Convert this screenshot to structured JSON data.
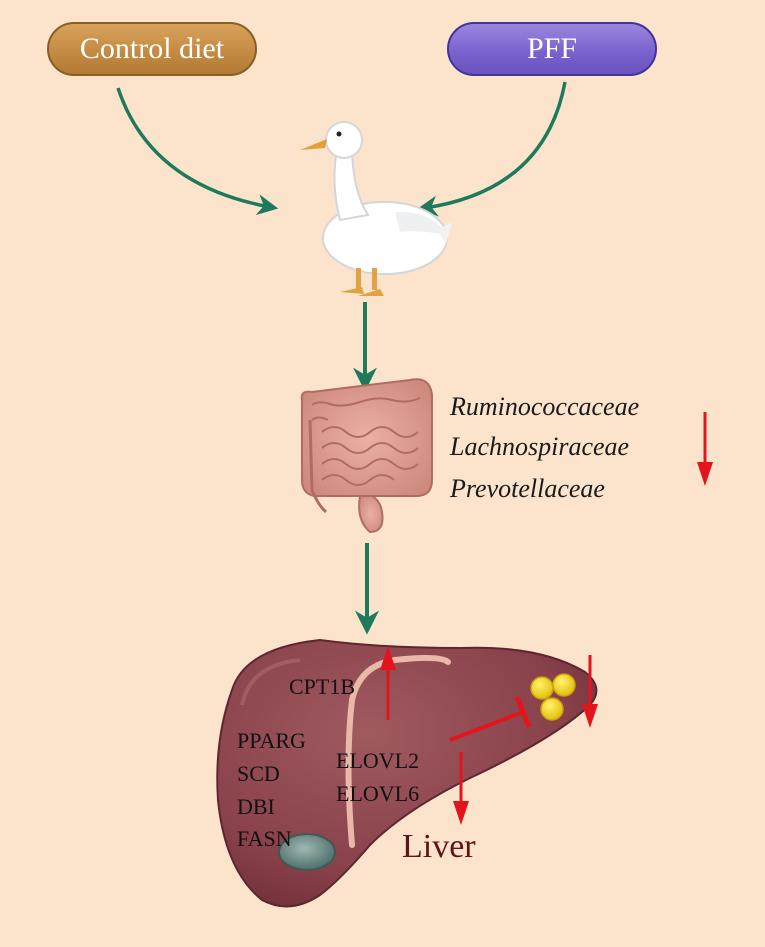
{
  "diets": {
    "control": "Control diet",
    "treatment": "PFF"
  },
  "bacteria": [
    "Ruminococcaceae",
    "Lachnospiraceae",
    "Prevotellaceae"
  ],
  "genes": {
    "cpt": "CPT1B",
    "left": [
      "PPARG",
      "SCD",
      "DBI",
      "FASN"
    ],
    "elovl": [
      "ELOVL2",
      "ELOVL6"
    ]
  },
  "organ_label": "Liver",
  "colors": {
    "background": "#fbe3cc",
    "flow_arrow": "#1f7a5c",
    "regulation_arrow": "#e3141b",
    "liver": "#8b3f47",
    "lipid_droplet": "#f2d21b"
  },
  "icons": [
    "duck-icon",
    "intestine-icon",
    "liver-icon",
    "lipid-droplet-icon"
  ]
}
